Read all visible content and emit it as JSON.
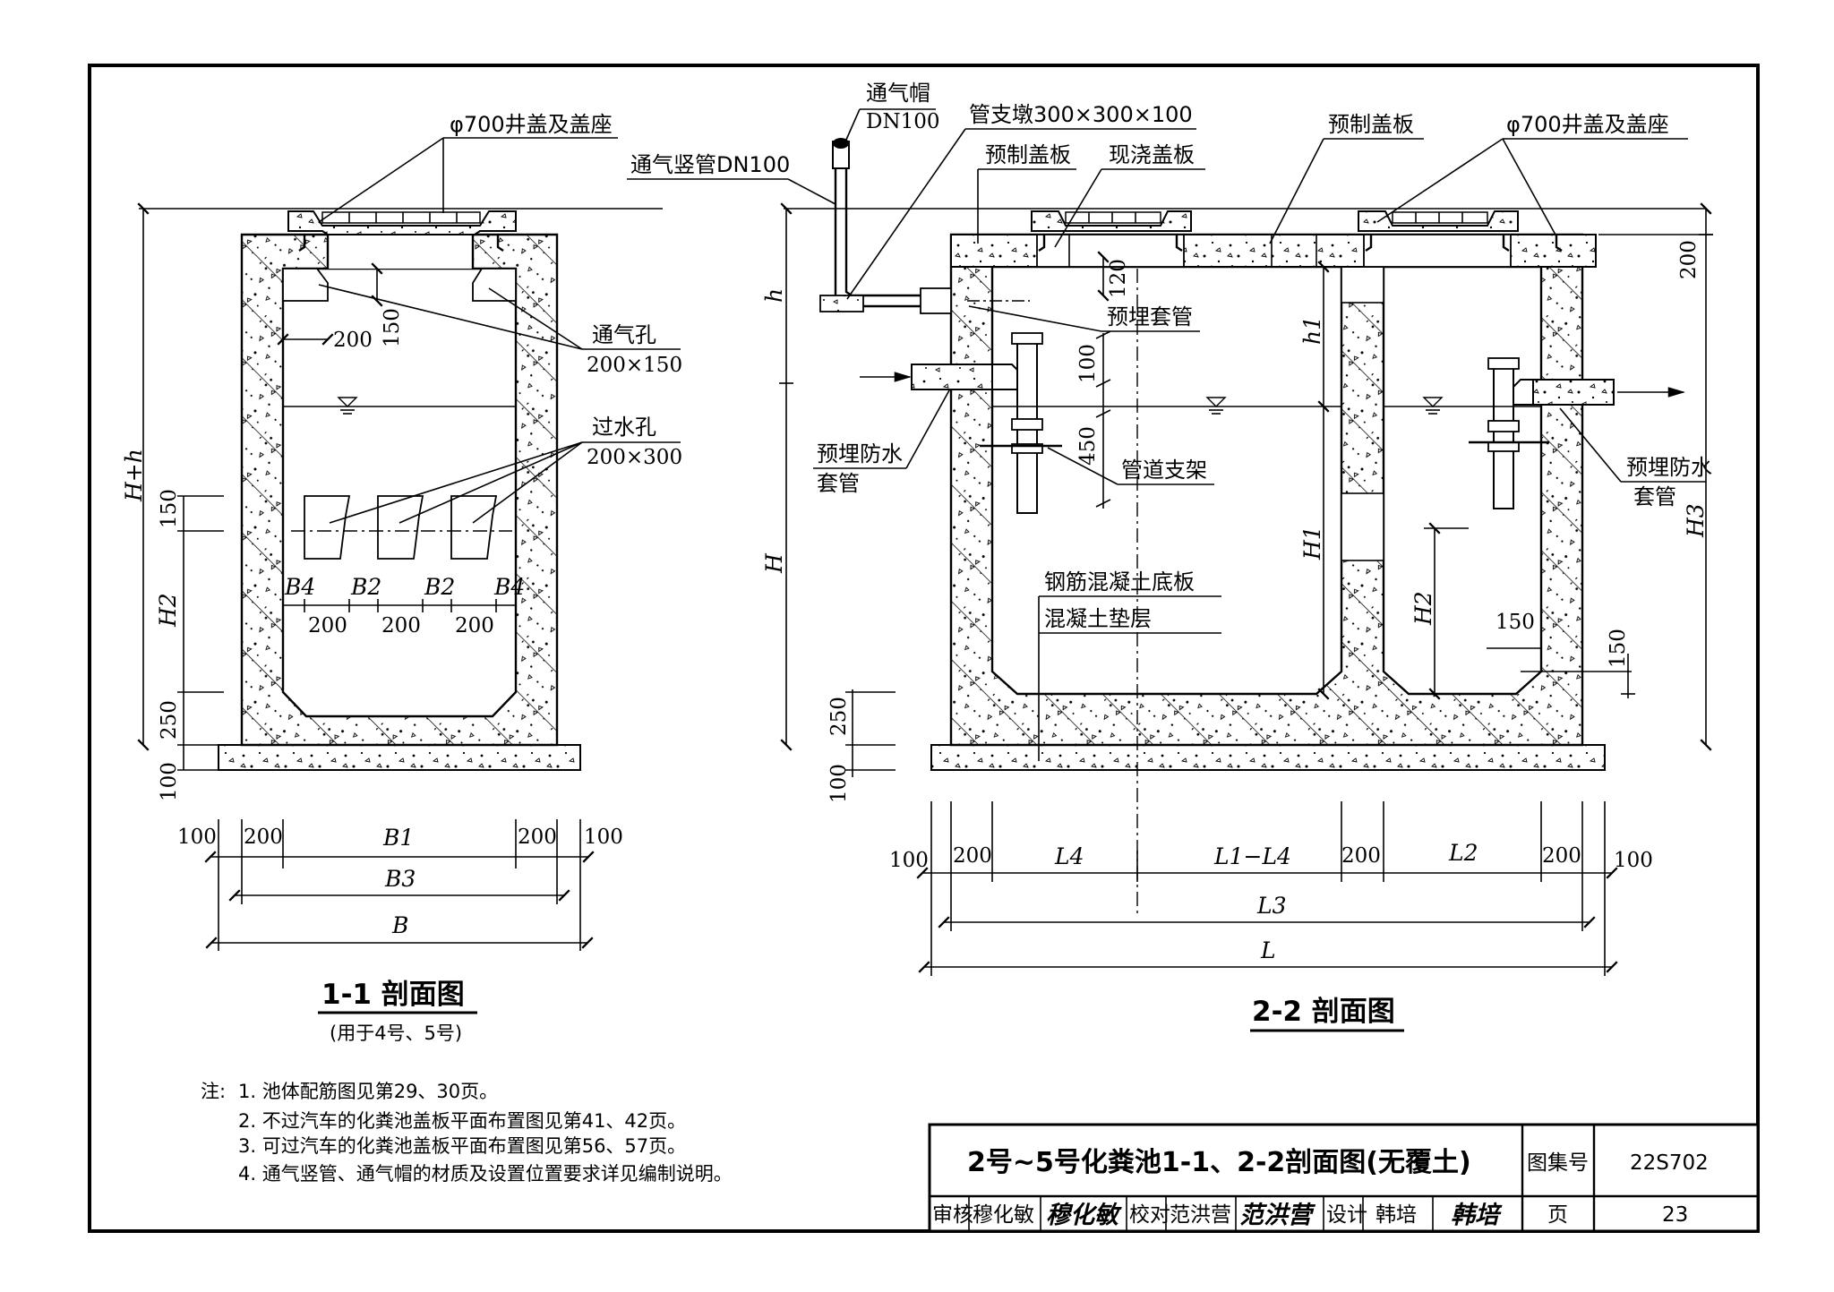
{
  "section_1_1": {
    "cover_label": "φ700井盖及盖座",
    "vent_hole_label": "通气孔",
    "vent_hole_size": "200×150",
    "water_hole_label": "过水孔",
    "water_hole_size": "200×300",
    "dim_200": "200",
    "dim_150": "150",
    "dim_250": "250",
    "dim_100": "100",
    "dim_H_h": "H+h",
    "dim_H2": "H2",
    "dim_B4": "B4",
    "dim_B2": "B2",
    "bottom_dims": {
      "d100": "100",
      "d200": "200",
      "B1": "B1",
      "B3": "B3",
      "B": "B"
    },
    "title": "1-1 剖面图",
    "subtitle": "(用于4号、5号)"
  },
  "section_2_2": {
    "vent_cap": "通气帽",
    "vent_cap_size": "DN100",
    "vent_pipe": "通气竖管DN100",
    "pipe_pier": "管支墩300×300×100",
    "precast_slab_1": "预制盖板",
    "cast_slab": "现浇盖板",
    "precast_slab_2": "预制盖板",
    "cover_label": "φ700井盖及盖座",
    "embedded_sleeve": "预埋套管",
    "waterproof_sleeve_line1": "预埋防水",
    "waterproof_sleeve_line2": "套管",
    "pipe_support": "管道支架",
    "rc_base": "钢筋混凝土底板",
    "concrete_cushion": "混凝土垫层",
    "dim_h": "h",
    "dim_H": "H",
    "dim_h1": "h1",
    "dim_H1": "H1",
    "dim_H2": "H2",
    "dim_H3": "H3",
    "dim_120": "120",
    "dim_100": "100",
    "dim_450": "450",
    "dim_200": "200",
    "dim_150": "150",
    "dim_250": "250",
    "bottom_dims": {
      "d100": "100",
      "d200": "200",
      "L4": "L4",
      "L1_L4": "L1−L4",
      "L2": "L2",
      "L3": "L3",
      "L": "L"
    },
    "title": "2-2 剖面图"
  },
  "notes": {
    "prefix": "注:",
    "items": [
      "1. 池体配筋图见第29、30页。",
      "2. 不过汽车的化粪池盖板平面布置图见第41、42页。",
      "3. 可过汽车的化粪池盖板平面布置图见第56、57页。",
      "4. 通气竖管、通气帽的材质及设置位置要求详见编制说明。"
    ]
  },
  "title_block": {
    "drawing_title": "2号~5号化粪池1-1、2-2剖面图(无覆土)",
    "atlas_label": "图集号",
    "atlas_no": "22S702",
    "review_label": "审核",
    "reviewer": "穆化敏",
    "reviewer_sig": "穆化敏",
    "check_label": "校对",
    "checker": "范洪营",
    "checker_sig": "范洪营",
    "design_label": "设计",
    "designer": "韩培",
    "designer_sig": "韩培",
    "page_label": "页",
    "page_no": "23"
  }
}
